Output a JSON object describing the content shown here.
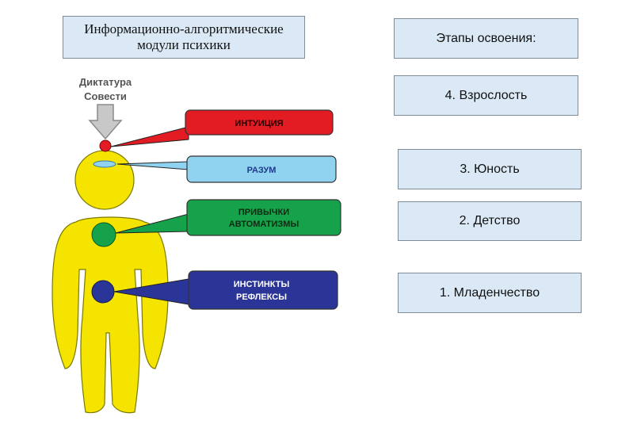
{
  "title": {
    "line1": "Информационно-алгоритмические",
    "line2": "модули психики"
  },
  "stages": {
    "header": "Этапы освоения:",
    "items": [
      "4. Взрослость",
      "3. Юность",
      "2. Детство",
      "1. Младенчество"
    ]
  },
  "figure": {
    "dictator_line1": "Диктатура",
    "dictator_line2": "Совести",
    "callouts": [
      {
        "line1": "ИНТУИЦИЯ",
        "color": "#e31b23",
        "text_color": "#2a0000"
      },
      {
        "line1": "РАЗУМ",
        "color": "#8fd3f0",
        "text_color": "#1e3a8a"
      },
      {
        "line1": "ПРИВЫЧКИ",
        "line2": "АВТОМАТИЗМЫ",
        "color": "#16a24a",
        "text_color": "#0d2a12"
      },
      {
        "line1": "ИНСТИНКТЫ",
        "line2": "РЕФЛЕКСЫ",
        "color": "#2b3597",
        "text_color": "#ffffff"
      }
    ],
    "body_color": "#f5e400",
    "head_dot_color": "#e31b23",
    "chest_dot_color": "#16a24a",
    "belly_dot_color": "#2b3597"
  }
}
